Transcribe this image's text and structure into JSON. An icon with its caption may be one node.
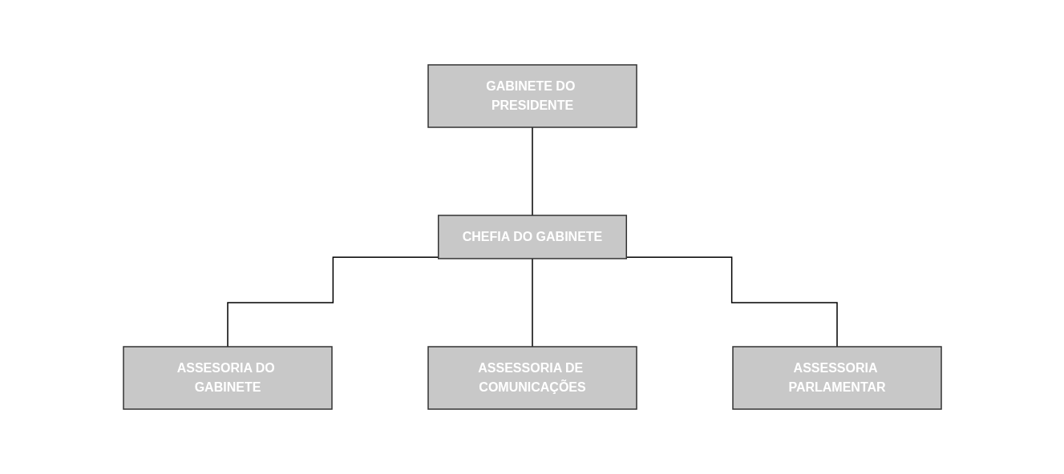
{
  "diagram": {
    "nodes": [
      {
        "text": [
          "GABINETE DO PRESIDENTE"
        ]
      },
      {
        "text": [
          "CHEFIA DO GABINETE"
        ]
      },
      {
        "text": [
          "ASSESORIA DO GABINETE"
        ]
      },
      {
        "text": [
          "ASSESSORIA DE COMUNICAÇÕES"
        ]
      },
      {
        "text": [
          "ASSESSORIA PARLAMENTAR"
        ]
      }
    ],
    "edges": [
      {
        "from": 0,
        "to": 1,
        "arrow": "none"
      },
      {
        "from": 1,
        "to": 2,
        "arrow": "none"
      },
      {
        "from": 1,
        "to": 3,
        "arrow": "none"
      },
      {
        "from": 1,
        "to": 4,
        "arrow": "none"
      }
    ]
  }
}
